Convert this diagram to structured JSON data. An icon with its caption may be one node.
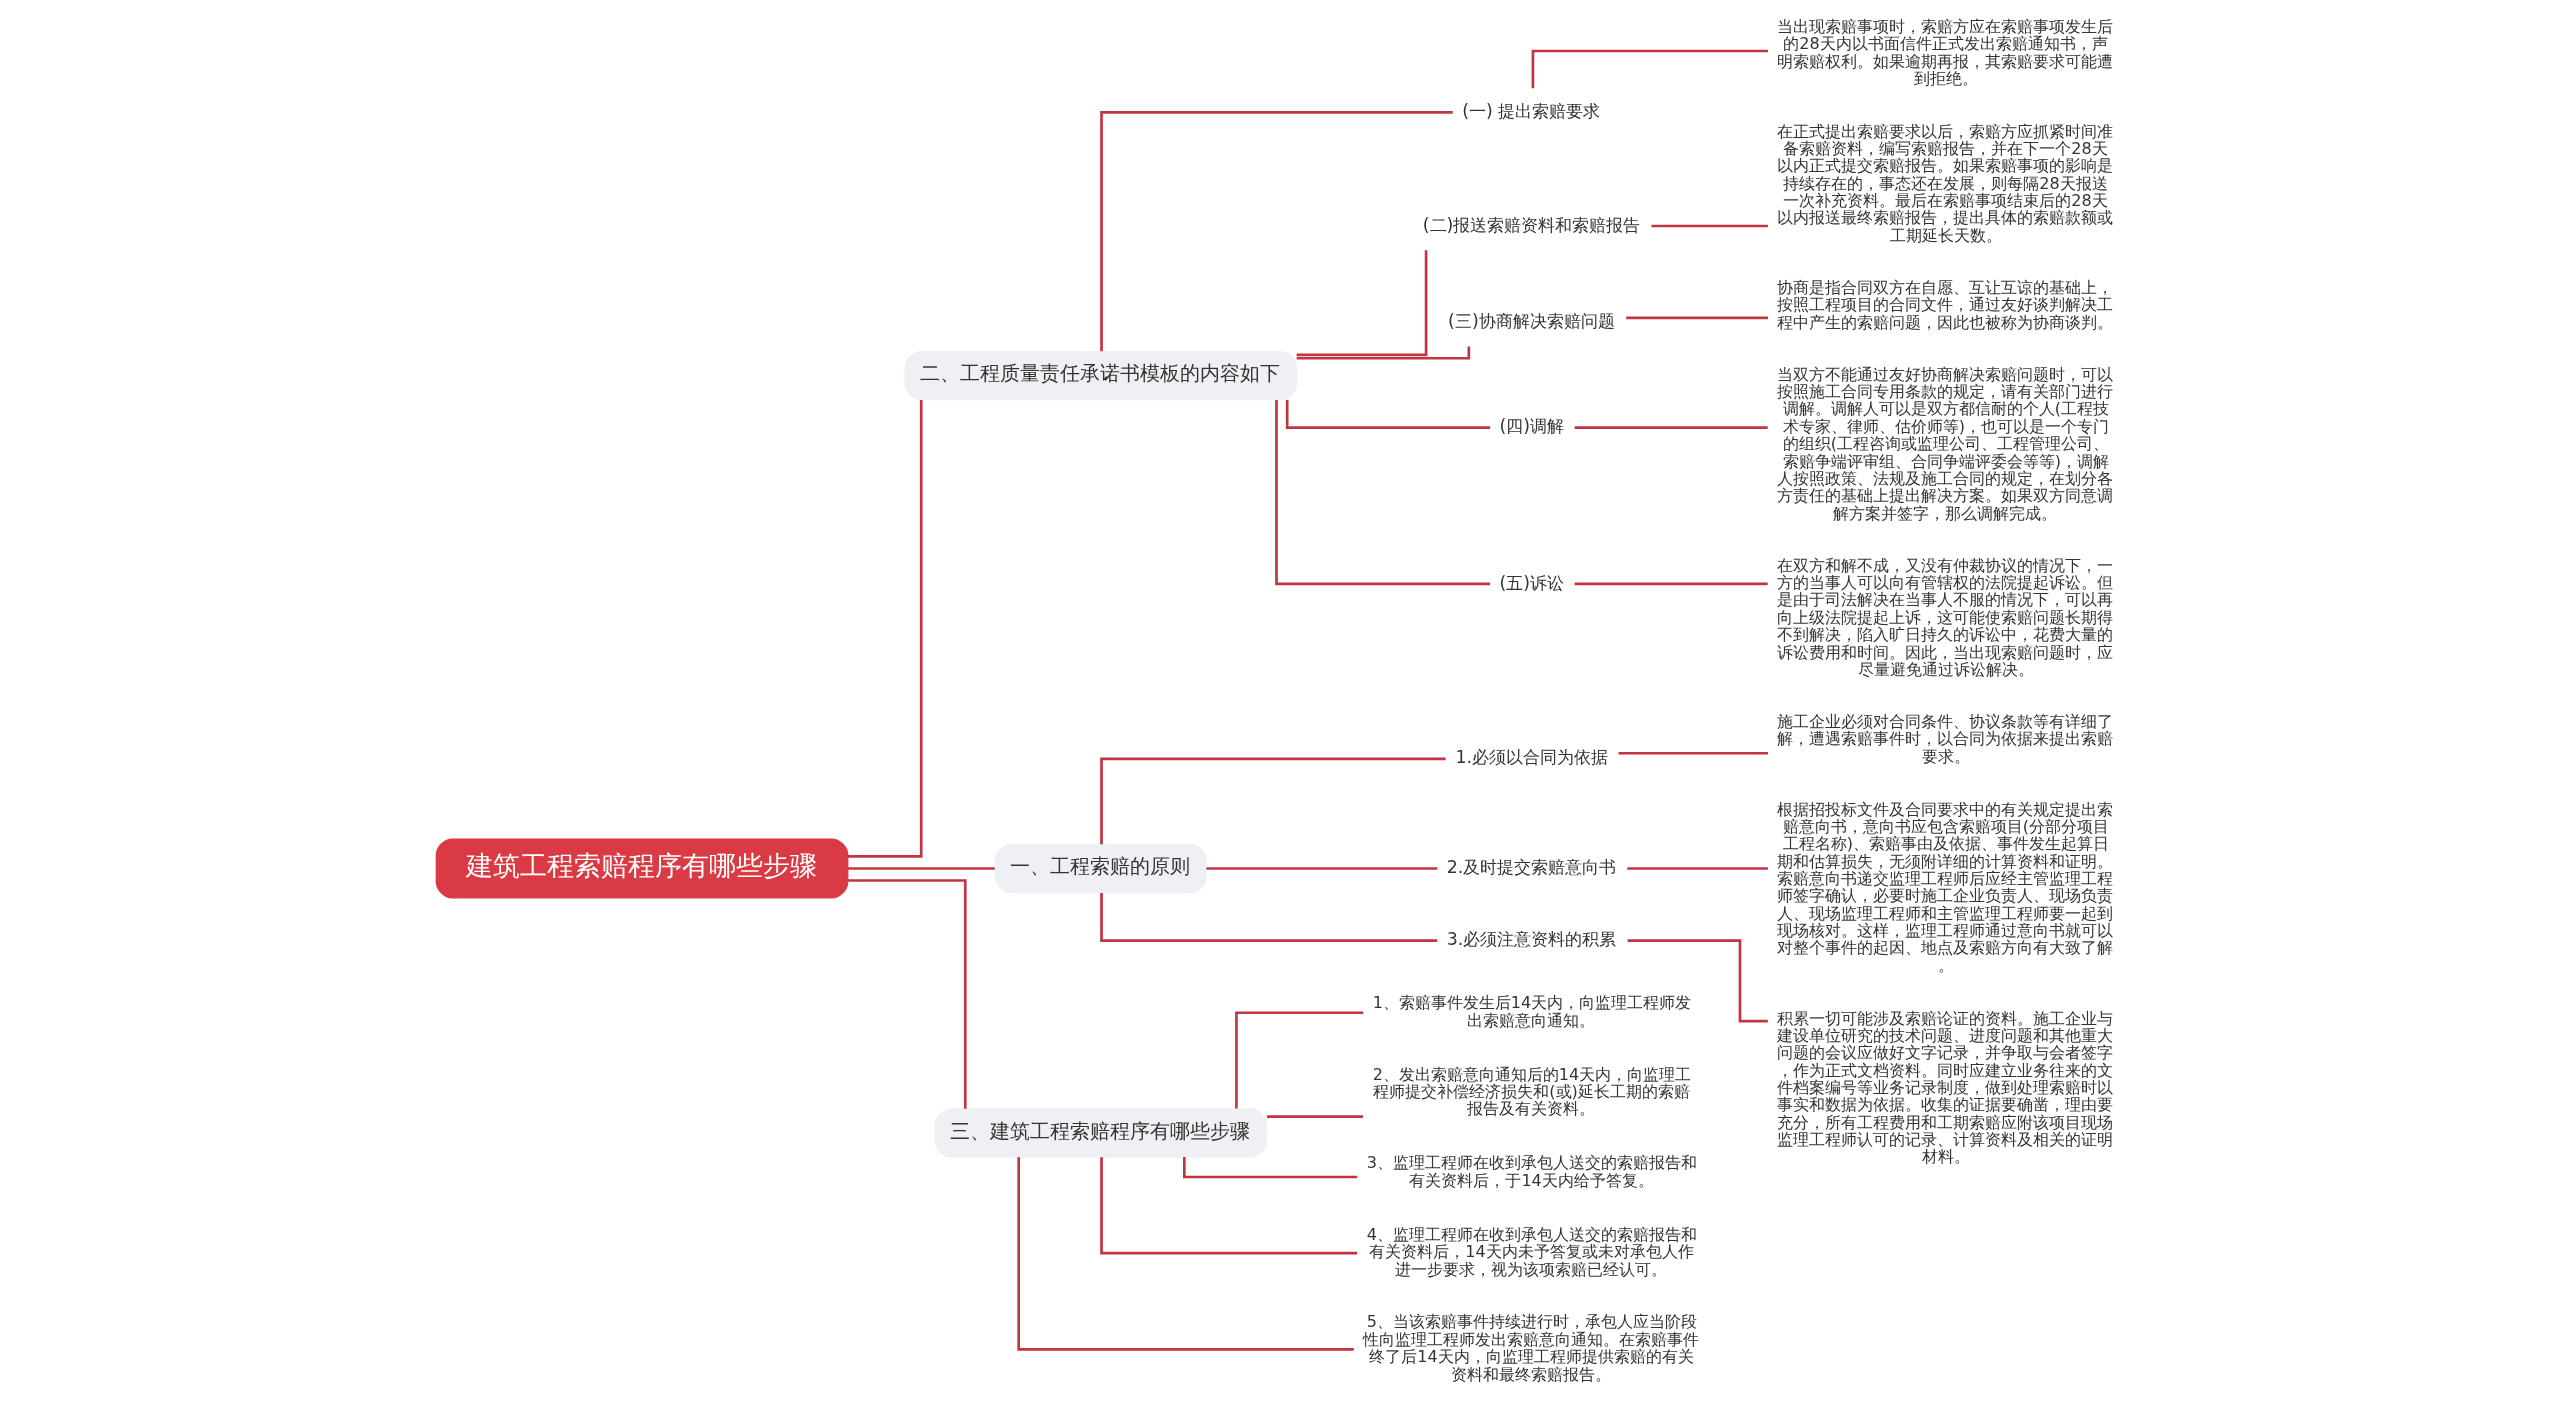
{
  "diagram": {
    "nodes": [
      {
        "text": [
          "建筑工程索赔程序有哪些步骤"
        ]
      },
      {
        "text": [
          "二、工程质量责任承诺书模板的内容如下"
        ]
      },
      {
        "text": [
          "(一) 提出索赔要求"
        ]
      },
      {
        "text": [
          "当出现索赔事项时，索赔方应在索赔事项发生后的28天内以书面信件正式发出索赔通知书，声明索赔权利。如果逾期再报，其索赔要求可能遭到拒绝。"
        ]
      },
      {
        "text": [
          "(二)报送索赔资料和索赔报告"
        ]
      },
      {
        "text": [
          "在正式提出索赔要求以后，索赔方应抓紧时间准备索赔资料，编写索赔报告，并在下一个28天以内正式提交索赔报告。如果索赔事项的影响是持续存在的，事态还在发展，则每隔28天报送一次补充资料。最后在索赔事项结束后的28天以内报送最终索赔报告，提出具体的索赔款额或工期延长天数。"
        ]
      },
      {
        "text": [
          "(三)协商解决索赔问题"
        ]
      },
      {
        "text": [
          "协商是指合同双方在自愿、互让互谅的基础上，按照工程项目的合同文件，通过友好谈判解决工程中产生的索赔问题，因此也被称为协商谈判。"
        ]
      },
      {
        "text": [
          "(四)调解"
        ]
      },
      {
        "text": [
          "当双方不能通过友好协商解决索赔问题时，可以按照施工合同专用条款的规定，请有关部门进行调解。调解人可以是双方都信耐的个人(工程技术专家、律师、估价师等)，也可以是一个专门的组织(工程咨询或监理公司、工程管理公司、索赔争端评审组、合同争端评委会等等)，调解人按照政策、法规及施工合同的规定，在划分各方责任的基础上提出解决方案。如果双方同意调解方案并签字，那么调解完成。"
        ]
      },
      {
        "text": [
          "(五)诉讼"
        ]
      },
      {
        "text": [
          "在双方和解不成，又没有仲裁协议的情况下，一方的当事人可以向有管辖权的法院提起诉讼。但是由于司法解决在当事人不服的情况下，可以再向上级法院提起上诉，这可能使索赔问题长期得不到解决，陷入旷日持久的诉讼中，花费大量的诉讼费用和时间。因此，当出现索赔问题时，应尽量避免通过诉讼解决。"
        ]
      },
      {
        "text": [
          "一、工程索赔的原则"
        ]
      },
      {
        "text": [
          "1.必须以合同为依据"
        ]
      },
      {
        "text": [
          "施工企业必须对合同条件、协议条款等有详细了解，遭遇索赔事件时，以合同为依据来提出索赔要求。"
        ]
      },
      {
        "text": [
          "2.及时提交索赔意向书"
        ]
      },
      {
        "text": [
          "根据招投标文件及合同要求中的有关规定提出索赔意向书，意向书应包含索赔项目(分部分项目工程名称)、索赔事由及依据、事件发生起算日期和估算损失，无须附详细的计算资料和证明。索赔意向书递交监理工程师后应经主管监理工程师签字确认，必要时施工企业负责人、现场负责人、现场监理工程师和主管监理工程师要一起到现场核对。这样，监理工程师通过意向书就可以对整个事件的起因、地点及索赔方向有大致了解。"
        ]
      },
      {
        "text": [
          "3.必须注意资料的积累"
        ]
      },
      {
        "text": [
          "积累一切可能涉及索赔论证的资料。施工企业与建设单位研究的技术问题、进度问题和其他重大问题的会议应做好文字记录，并争取与会者签字，作为正式文档资料。同时应建立业务往来的文件档案编号等业务记录制度，做到处理索赔时以事实和数据为依据。收集的证据要确凿，理由要充分，所有工程费用和工期索赔应附该项目现场监理工程师认可的记录、计算资料及相关的证明材料。"
        ]
      },
      {
        "text": [
          "三、建筑工程索赔程序有哪些步骤"
        ]
      },
      {
        "text": [
          "1、索赔事件发生后14天内，向监理工程师发出索赔意向通知。"
        ]
      },
      {
        "text": [
          "2、发出索赔意向通知后的14天内，向监理工程师提交补偿经济损失和(或)延长工期的索赔报告及有关资料。"
        ]
      },
      {
        "text": [
          "3、监理工程师在收到承包人送交的索赔报告和有关资料后，于14天内给予答复。"
        ]
      },
      {
        "text": [
          "4、监理工程师在收到承包人送交的索赔报告和有关资料后，14天内未予答复或未对承包人作进一步要求，视为该项索赔已经认可。"
        ]
      },
      {
        "text": [
          "5、当该索赔事件持续进行时，承包人应当阶段性向监理工程师发出索赔意向通知。在索赔事件终了后14天内，向监理工程师提供索赔的有关资料和最终索赔报告。"
        ]
      }
    ],
    "edges": [
      {
        "from": 0,
        "to": 1,
        "arrow": "none"
      },
      {
        "from": 1,
        "to": 2,
        "arrow": "none"
      },
      {
        "from": 2,
        "to": 3,
        "arrow": "none"
      },
      {
        "from": 1,
        "to": 4,
        "arrow": "none"
      },
      {
        "from": 4,
        "to": 5,
        "arrow": "none"
      },
      {
        "from": 1,
        "to": 6,
        "arrow": "none"
      },
      {
        "from": 6,
        "to": 7,
        "arrow": "none"
      },
      {
        "from": 1,
        "to": 8,
        "arrow": "none"
      },
      {
        "from": 8,
        "to": 9,
        "arrow": "none"
      },
      {
        "from": 1,
        "to": 10,
        "arrow": "none"
      },
      {
        "from": 10,
        "to": 11,
        "arrow": "none"
      },
      {
        "from": 0,
        "to": 12,
        "arrow": "none"
      },
      {
        "from": 12,
        "to": 13,
        "arrow": "none"
      },
      {
        "from": 13,
        "to": 14,
        "arrow": "none"
      },
      {
        "from": 12,
        "to": 15,
        "arrow": "none"
      },
      {
        "from": 15,
        "to": 16,
        "arrow": "none"
      },
      {
        "from": 12,
        "to": 17,
        "arrow": "none"
      },
      {
        "from": 17,
        "to": 18,
        "arrow": "none"
      },
      {
        "from": 0,
        "to": 19,
        "arrow": "none"
      },
      {
        "from": 19,
        "to": 20,
        "arrow": "none"
      },
      {
        "from": 19,
        "to": 21,
        "arrow": "none"
      },
      {
        "from": 19,
        "to": 22,
        "arrow": "none"
      },
      {
        "from": 19,
        "to": 23,
        "arrow": "none"
      },
      {
        "from": 19,
        "to": 24,
        "arrow": "none"
      }
    ]
  }
}
